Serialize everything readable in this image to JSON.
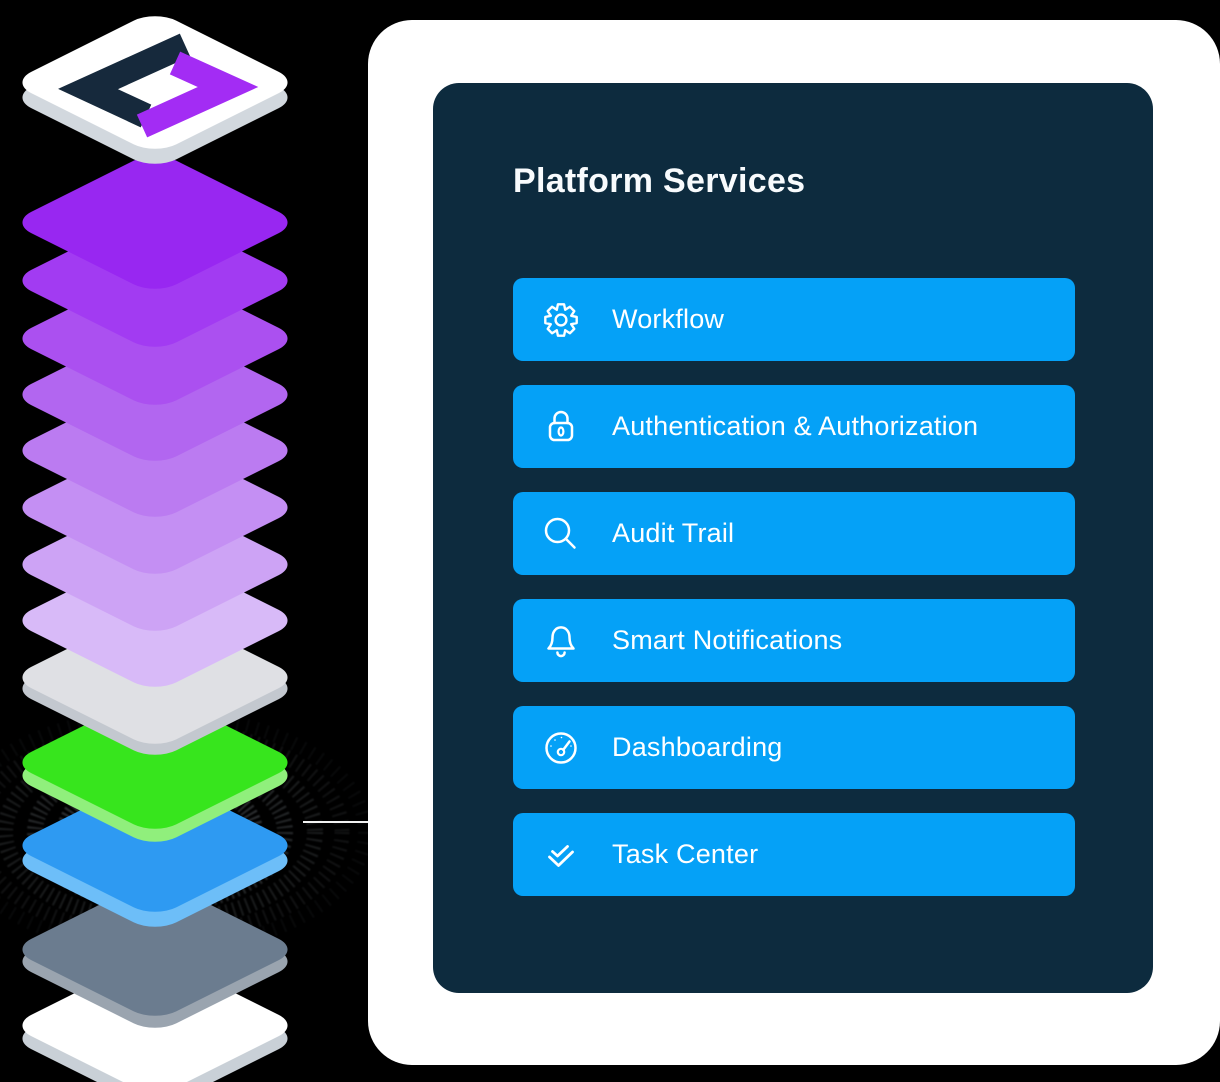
{
  "page": {
    "background_color": "#000000"
  },
  "services_card": {
    "title": "Platform Services",
    "outer_bg": "#ffffff",
    "inner_bg": "#0d2b3e",
    "button_bg": "#05a1f7",
    "button_text_color": "#ffffff",
    "buttons": [
      {
        "label": "Workflow",
        "icon": "gear-icon"
      },
      {
        "label": "Authentication & Authorization",
        "icon": "lock-icon"
      },
      {
        "label": "Audit Trail",
        "icon": "magnifier-icon"
      },
      {
        "label": "Smart Notifications",
        "icon": "bell-icon"
      },
      {
        "label": "Dashboarding",
        "icon": "gauge-icon"
      },
      {
        "label": "Task Center",
        "icon": "double-check-icon"
      }
    ]
  },
  "stack": {
    "logo": {
      "dark": "#16293c",
      "purple": "#a32cf4"
    },
    "halo_color": "#888f96",
    "layers": [
      {
        "name": "base-white",
        "color": "#ffffff",
        "side": "#c9d0d7"
      },
      {
        "name": "slate",
        "color": "#6b7c8f",
        "side": "#9aa4af"
      },
      {
        "name": "blue",
        "color": "#2e9af2",
        "side": "#6dbef8"
      },
      {
        "name": "green",
        "color": "#37e51d",
        "side": "#90ef7c"
      },
      {
        "name": "gray",
        "color": "#dfe0e4",
        "side": "#c3c8cf"
      },
      {
        "name": "purple-8",
        "color": "#d8baf8"
      },
      {
        "name": "purple-7",
        "color": "#cda3f5"
      },
      {
        "name": "purple-6",
        "color": "#c48ff3"
      },
      {
        "name": "purple-5",
        "color": "#bb7bf1"
      },
      {
        "name": "purple-4",
        "color": "#b266f0"
      },
      {
        "name": "purple-3",
        "color": "#ab50f0"
      },
      {
        "name": "purple-2",
        "color": "#a23bf2"
      },
      {
        "name": "purple-1",
        "color": "#9827f1"
      },
      {
        "name": "logo-tile",
        "color": "#ffffff",
        "side": "#d2d8de"
      }
    ]
  }
}
